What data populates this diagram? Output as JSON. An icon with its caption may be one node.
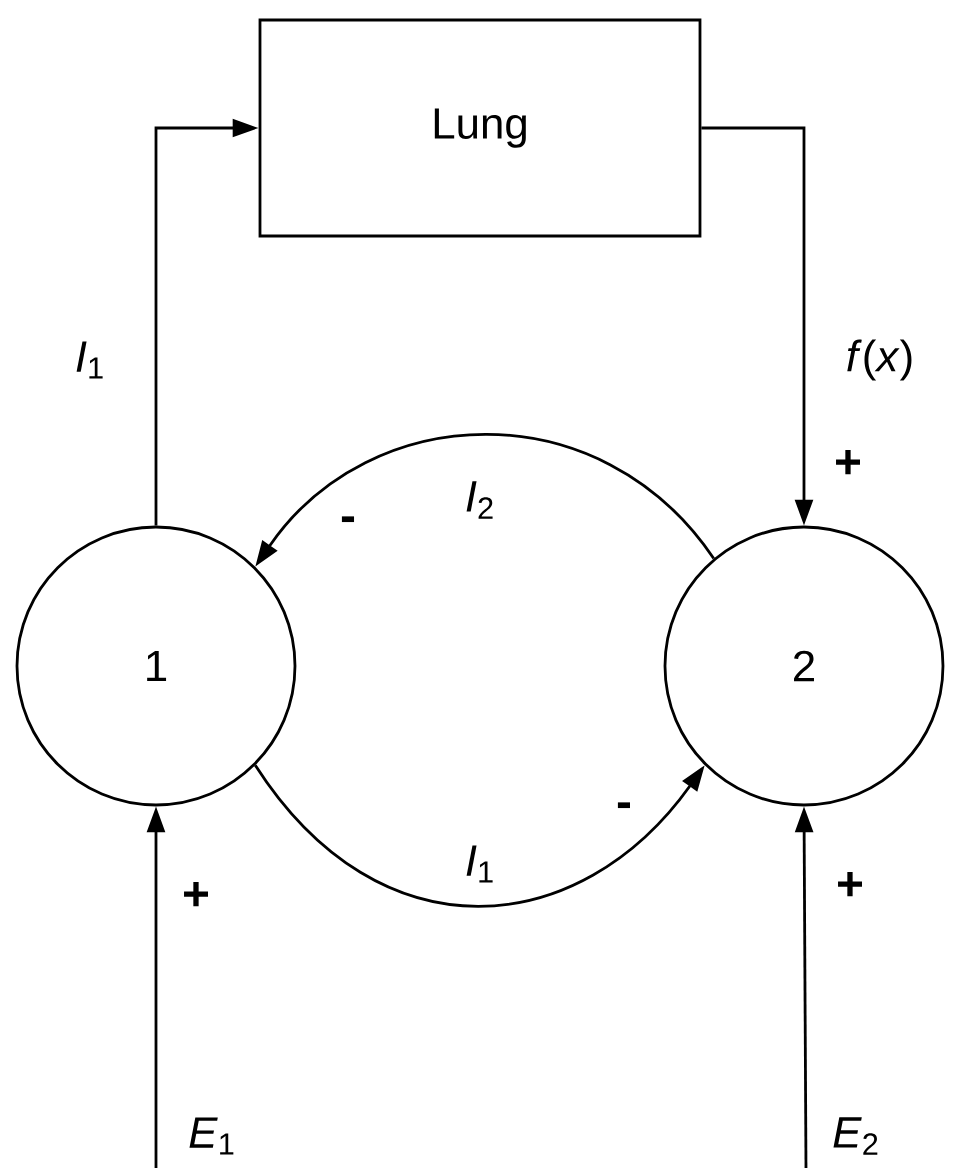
{
  "diagram": {
    "nodes": [
      {
        "text": [
          "Lung"
        ]
      },
      {
        "text": [
          "1"
        ]
      },
      {
        "text": [
          "2"
        ]
      }
    ],
    "edges": [
      {
        "from": 1,
        "to": 0,
        "arrow": "to",
        "label": "*I*$_{1}$"
      },
      {
        "from": 0,
        "to": 2,
        "arrow": "to",
        "label": "*f*(*x*)"
      },
      {
        "from": 2,
        "to": 1,
        "arrow": "to",
        "label": "*I*$_{2}$"
      },
      {
        "from": 1,
        "to": 2,
        "arrow": "to",
        "label": "*I*$_{1}$"
      },
      {
        "from": null,
        "to": 1,
        "arrow": "to",
        "label": "*E*$_{1}$"
      },
      {
        "from": null,
        "to": 2,
        "arrow": "to",
        "label": "*E*$_{2}$"
      }
    ],
    "labels": [
      "+",
      "-",
      "-",
      "+",
      "+"
    ]
  }
}
